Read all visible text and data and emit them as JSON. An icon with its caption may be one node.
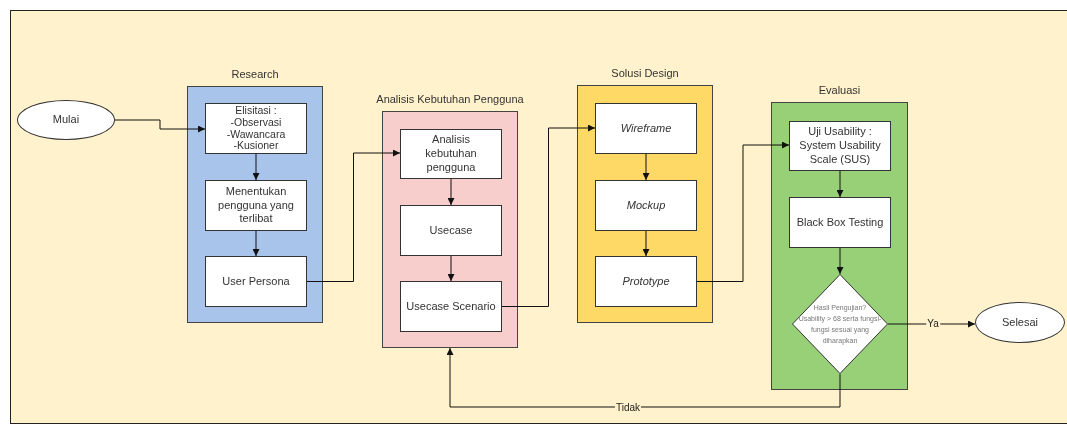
{
  "diagram": {
    "nodes": [
      {
        "text": [
          "Mulai"
        ]
      },
      {
        "text": [
          "Research"
        ]
      },
      {
        "text": [
          "Elisitasi : -Observasi -Wawancara -Kusioner"
        ],
        "in": 1
      },
      {
        "text": [
          "Menentukan pengguna yang terlibat"
        ],
        "in": 1
      },
      {
        "text": [
          "User Persona"
        ],
        "in": 1
      },
      {
        "text": [
          "Analisis Kebutuhan Pengguna"
        ]
      },
      {
        "text": [
          "Analisis kebutuhan pengguna"
        ],
        "in": 5
      },
      {
        "text": [
          "Usecase"
        ],
        "in": 5
      },
      {
        "text": [
          "Usecase Scenario"
        ],
        "in": 5
      },
      {
        "text": [
          "Solusi Design"
        ]
      },
      {
        "text": [
          "Wireframe"
        ],
        "in": 9
      },
      {
        "text": [
          "Mockup"
        ],
        "in": 9
      },
      {
        "text": [
          "Prototype"
        ],
        "in": 9
      },
      {
        "text": [
          "Evaluasi"
        ]
      },
      {
        "text": [
          "Uji Usability : System Usability Scale (SUS)"
        ],
        "in": 13
      },
      {
        "text": [
          "Black Box Testing"
        ],
        "in": 13
      },
      {
        "text": [
          "Hasil Pengujian?",
          "Usability > 68 serta fungsi-fungsi sesuai yang diharapkan"
        ],
        "in": 13
      },
      {
        "text": [
          "Selesai"
        ]
      }
    ],
    "edges": [
      {
        "from": 0,
        "to": 2,
        "arrow": "to"
      },
      {
        "from": 2,
        "to": 3,
        "arrow": "to"
      },
      {
        "from": 3,
        "to": 4,
        "arrow": "to"
      },
      {
        "from": 4,
        "to": 6,
        "arrow": "to"
      },
      {
        "from": 6,
        "to": 7,
        "arrow": "to"
      },
      {
        "from": 7,
        "to": 8,
        "arrow": "to"
      },
      {
        "from": 8,
        "to": 10,
        "arrow": "to"
      },
      {
        "from": 10,
        "to": 11,
        "arrow": "to"
      },
      {
        "from": 11,
        "to": 12,
        "arrow": "to"
      },
      {
        "from": 12,
        "to": 14,
        "arrow": "to"
      },
      {
        "from": 14,
        "to": 15,
        "arrow": "to"
      },
      {
        "from": 15,
        "to": 16,
        "arrow": "to"
      },
      {
        "from": 16,
        "to": 17,
        "label": "Ya",
        "arrow": "to"
      },
      {
        "from": 16,
        "to": 5,
        "label": "Tidak",
        "arrow": "to"
      }
    ]
  }
}
